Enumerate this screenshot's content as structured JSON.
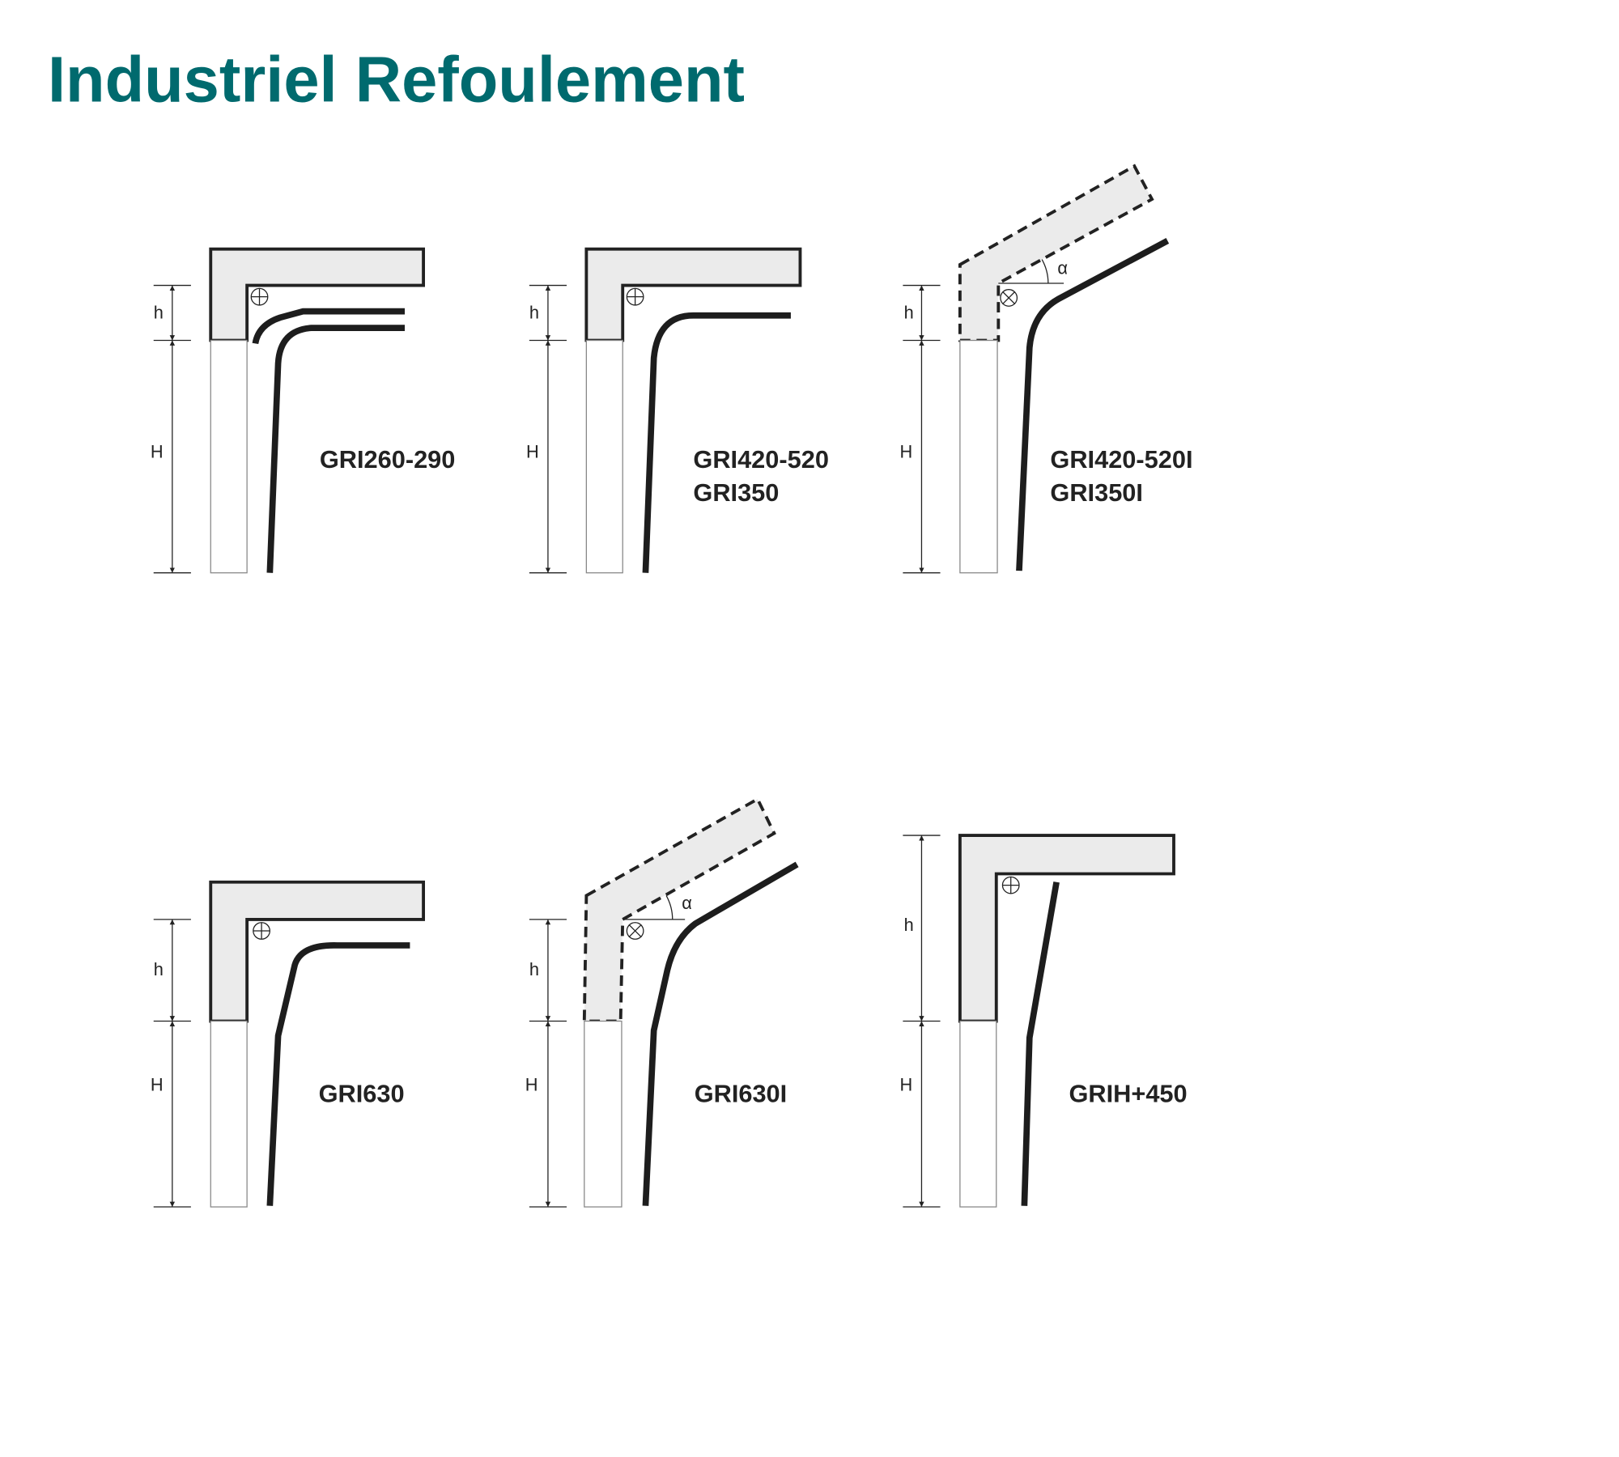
{
  "title": "Industriel Refoulement",
  "dimension_labels": {
    "small": "h",
    "large": "H",
    "angle": "α"
  },
  "diagrams": [
    {
      "lines": [
        "GRI260-290"
      ]
    },
    {
      "lines": [
        "GRI420-520",
        "GRI350"
      ]
    },
    {
      "lines": [
        "GRI420-520I",
        "GRI350I"
      ]
    },
    {
      "lines": [
        "GRI630"
      ]
    },
    {
      "lines": [
        "GRI630I"
      ]
    },
    {
      "lines": [
        "GRIH+450"
      ]
    }
  ],
  "colors": {
    "title": "#006a6e",
    "housing_fill": "#ebebeb",
    "door": "#1d1d1d"
  }
}
